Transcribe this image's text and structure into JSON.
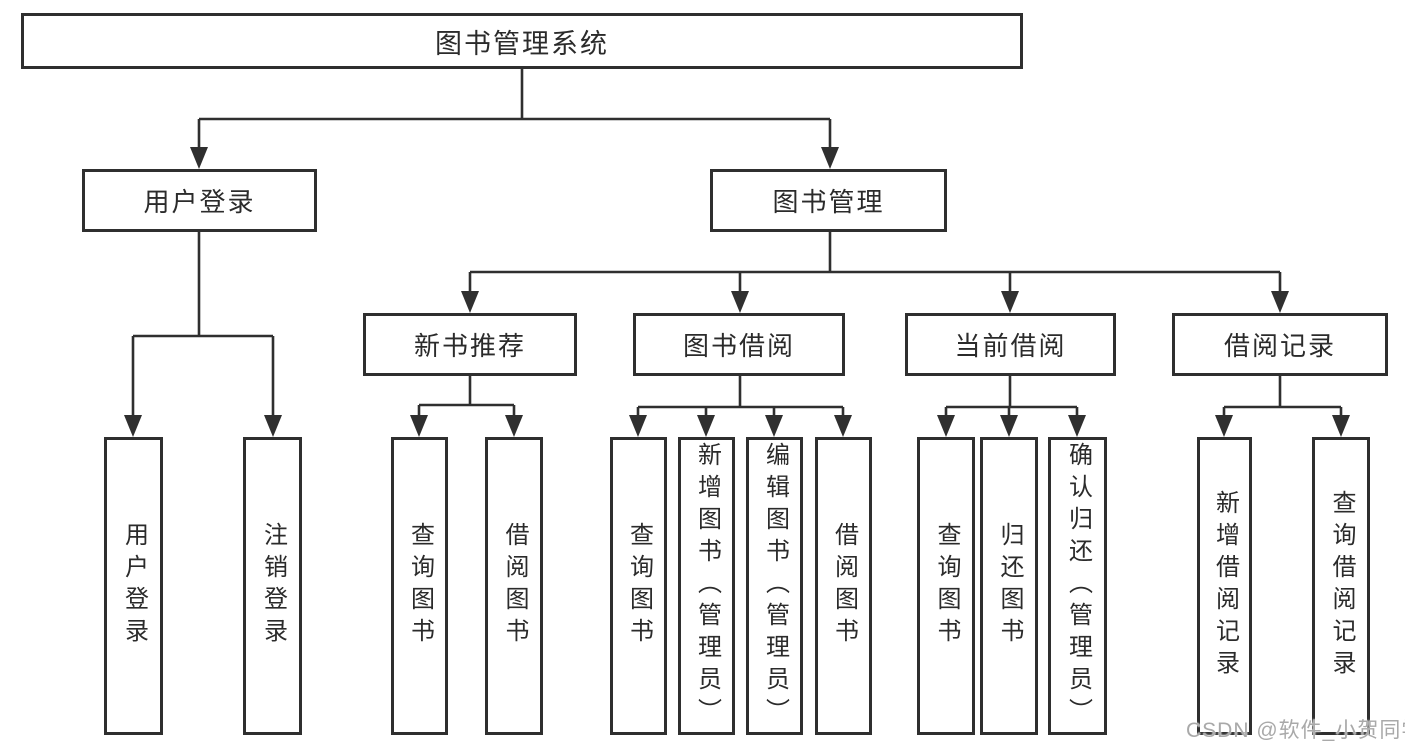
{
  "diagram": {
    "watermark": "CSDN @软件_小贺同学",
    "colors": {
      "line": "#2f2f2f",
      "border": "#2f2f2f",
      "text": "#2b2b2b",
      "box_fill": "#ffffff",
      "watermark": "#a9a9a9",
      "background": "#ffffff"
    },
    "nodes": {
      "root": {
        "label": "图书管理系统"
      },
      "user_login": {
        "label": "用户登录"
      },
      "book_mgmt": {
        "label": "图书管理"
      },
      "new_rec": {
        "label": "新书推荐"
      },
      "borrow": {
        "label": "图书借阅"
      },
      "current": {
        "label": "当前借阅"
      },
      "records": {
        "label": "借阅记录"
      },
      "ul_login": {
        "label": "用户登录"
      },
      "ul_logout": {
        "label": "注销登录"
      },
      "nr_query": {
        "label": "查询图书"
      },
      "nr_borrow": {
        "label": "借阅图书"
      },
      "bb_query": {
        "label": "查询图书"
      },
      "bb_add": {
        "label": "新增图书（管理员）"
      },
      "bb_edit": {
        "label": "编辑图书（管理员）"
      },
      "bb_borrow": {
        "label": "借阅图书"
      },
      "cb_query": {
        "label": "查询图书"
      },
      "cb_return": {
        "label": "归还图书"
      },
      "cb_confirm": {
        "label": "确认归还（管理员）"
      },
      "br_add": {
        "label": "新增借阅记录"
      },
      "br_query": {
        "label": "查询借阅记录"
      }
    },
    "structure": {
      "图书管理系统": {
        "用户登录": [
          "用户登录",
          "注销登录"
        ],
        "图书管理": {
          "新书推荐": [
            "查询图书",
            "借阅图书"
          ],
          "图书借阅": [
            "查询图书",
            "新增图书（管理员）",
            "编辑图书（管理员）",
            "借阅图书"
          ],
          "当前借阅": [
            "查询图书",
            "归还图书",
            "确认归还（管理员）"
          ],
          "借阅记录": [
            "新增借阅记录",
            "查询借阅记录"
          ]
        }
      }
    }
  }
}
